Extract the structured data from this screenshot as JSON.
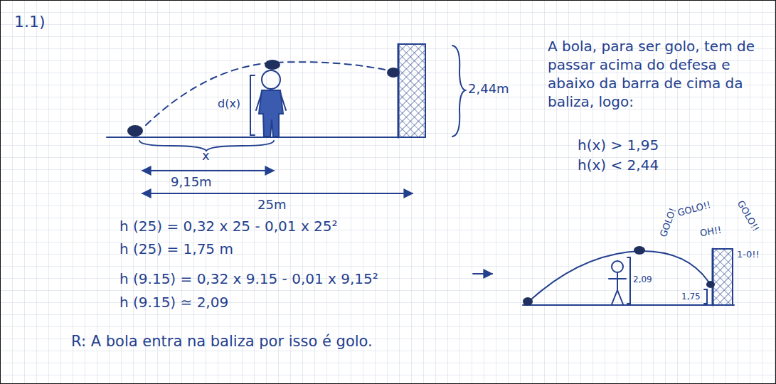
{
  "diagram": {
    "title": "1.1)",
    "labels": [
      "d(x)",
      "x",
      "9,15m",
      "25m",
      "2,44m",
      "A bola, para ser golo, tem de passar acima do defesa e abaixo da barra de cima da baliza, logo:",
      "h(x) > 1,95",
      "h(x) < 2,44",
      "h (25) = 0,32 x 25 - 0,01 x 25²",
      "h (25) = 1,75 m",
      "h (9.15) = 0,32 x 9.15 - 0,01 x 9,15²",
      "h (9.15) ≃ 2,09",
      "GOLO!",
      "GOLO!!",
      "OH!!",
      "GOLO!!",
      "1-0!!",
      "2,09",
      "1,75",
      "R: A bola entra na baliza por isso é golo."
    ]
  }
}
